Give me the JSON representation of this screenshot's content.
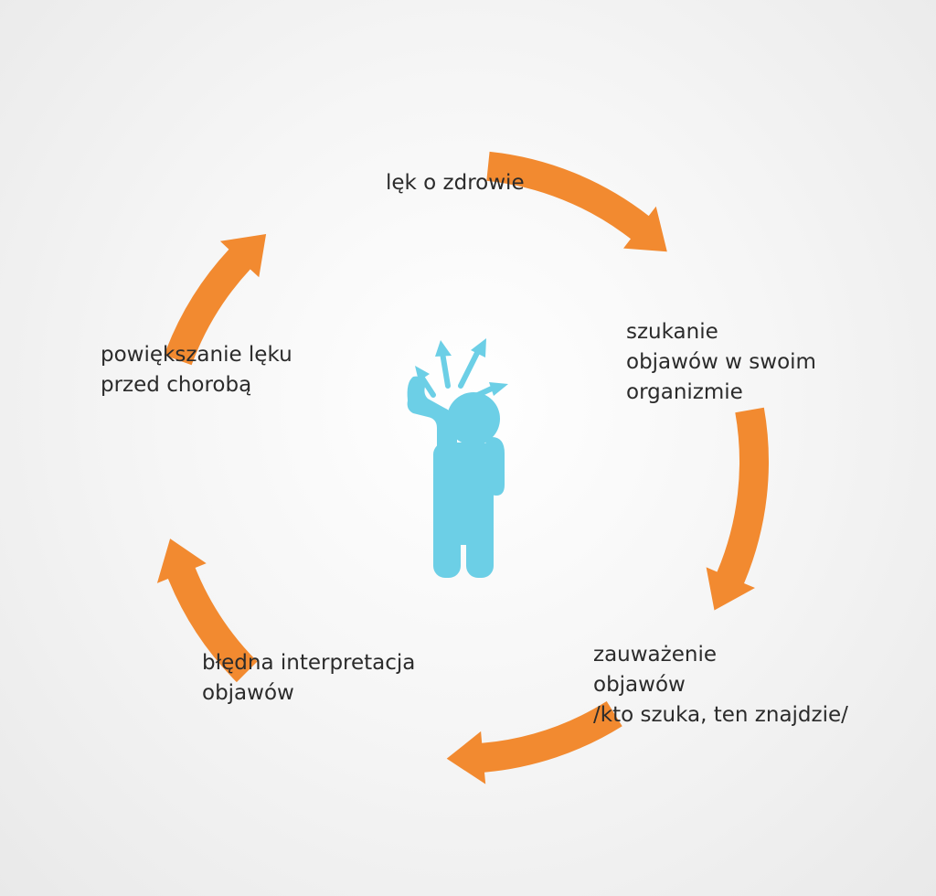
{
  "colors": {
    "arrow": "#f28a30",
    "figure": "#6ccfe6",
    "text": "#2b2b2b"
  },
  "icons": {
    "center": "confused-person-icon",
    "arrows": "curved-arrow-icon"
  },
  "cycle": {
    "nodes": [
      {
        "lines": [
          "lęk o zdrowie"
        ]
      },
      {
        "lines": [
          "szukanie",
          "objawów w swoim",
          "organizmie"
        ]
      },
      {
        "lines": [
          "zauważenie",
          "objawów",
          "/kto szuka, ten znajdzie/"
        ]
      },
      {
        "lines": [
          "błędna interpretacja",
          "objawów"
        ]
      },
      {
        "lines": [
          "powiększanie lęku",
          "przed chorobą"
        ]
      }
    ]
  }
}
